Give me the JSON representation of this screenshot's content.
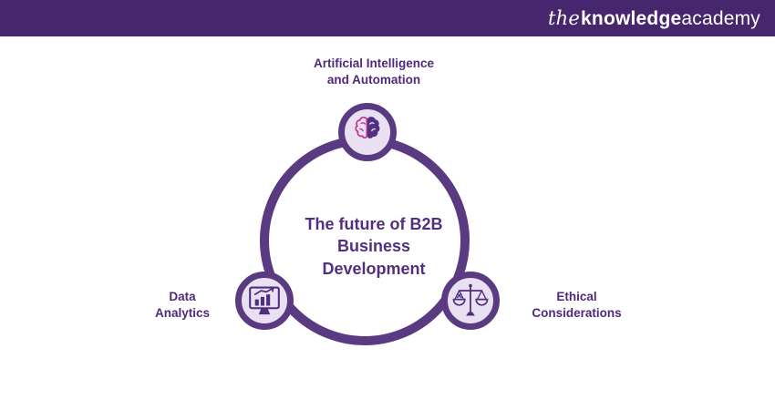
{
  "header": {
    "logo_the": "the",
    "logo_knowledge": "knowledge",
    "logo_academy": "academy"
  },
  "diagram": {
    "title": "The future of B2B\nBusiness\nDevelopment",
    "nodes": [
      {
        "id": "ai-automation",
        "label": "Artificial Intelligence\nand Automation",
        "icon": "brain-icon",
        "position": "top"
      },
      {
        "id": "data-analytics",
        "label": "Data\nAnalytics",
        "icon": "analytics-monitor-icon",
        "position": "bottom-left"
      },
      {
        "id": "ethical-considerations",
        "label": "Ethical\nConsiderations",
        "icon": "scales-icon",
        "position": "bottom-right"
      }
    ]
  },
  "colors": {
    "header_bg": "#46276e",
    "ring": "#5a3b82",
    "node_fill": "#e9e1f2",
    "title_text": "#53307f",
    "label_text": "#4e2b7a",
    "brain_pink": "#c2308f"
  }
}
